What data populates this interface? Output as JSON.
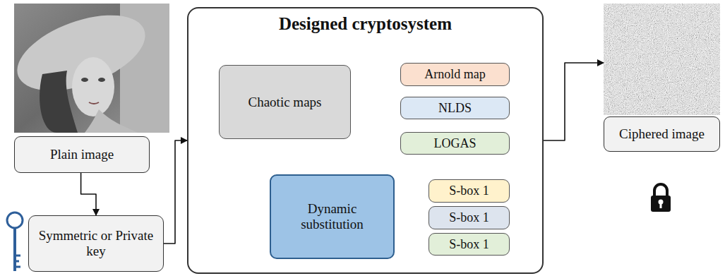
{
  "diagram": {
    "nodes": [
      {
        "text": [
          "Plain image"
        ]
      },
      {
        "text": [
          "Symmetric or Private key"
        ]
      },
      {
        "text": [
          "Designed cryptosystem"
        ]
      },
      {
        "text": [
          "Chaotic maps"
        ],
        "in": 2
      },
      {
        "text": [
          "Arnold map"
        ],
        "in": 2
      },
      {
        "text": [
          "NLDS"
        ],
        "in": 2
      },
      {
        "text": [
          "LOGAS"
        ],
        "in": 2
      },
      {
        "text": [
          "Dynamic substitution"
        ],
        "in": 2
      },
      {
        "text": [
          "S-box 1"
        ],
        "in": 2
      },
      {
        "text": [
          "S-box 1"
        ],
        "in": 2
      },
      {
        "text": [
          "S-box 1"
        ],
        "in": 2
      },
      {
        "text": [
          "Ciphered image"
        ]
      }
    ],
    "edges": [
      {
        "from": 0,
        "to": 1,
        "arrow": "to"
      },
      {
        "from": 1,
        "to": 2,
        "arrow": "to"
      },
      {
        "from": 3,
        "to": 4,
        "arrow": "to"
      },
      {
        "from": 3,
        "to": 5,
        "arrow": "to"
      },
      {
        "from": 3,
        "to": 6,
        "arrow": "to"
      },
      {
        "from": 3,
        "to": 7,
        "arrow": "to"
      },
      {
        "from": 7,
        "to": 8,
        "arrow": "to"
      },
      {
        "from": 7,
        "to": 9,
        "arrow": "to"
      },
      {
        "from": 7,
        "to": 10,
        "arrow": "to"
      },
      {
        "from": 2,
        "to": 11,
        "arrow": "to"
      }
    ]
  }
}
